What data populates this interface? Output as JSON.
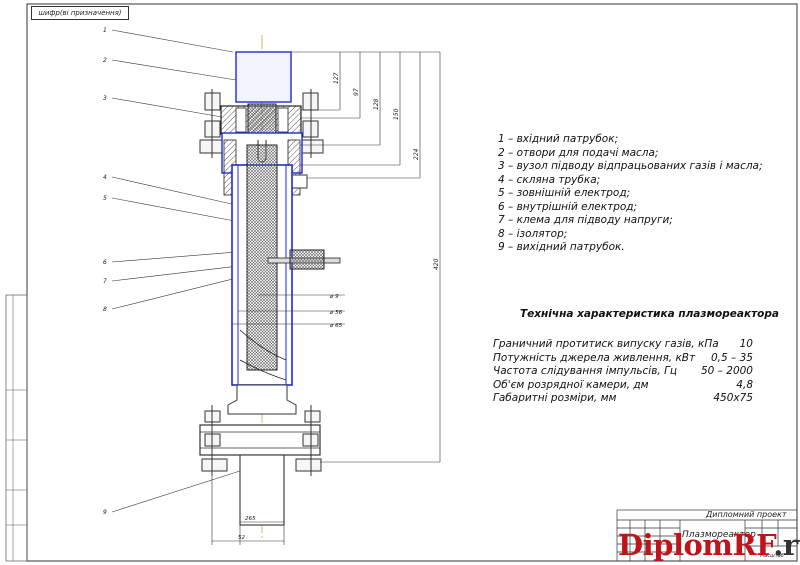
{
  "drawing": {
    "corner_tag": "шифр(ві призначення)",
    "legend": [
      "1 – вхідний патрубок;",
      "2 – отвори для подачі масла;",
      "3 – вузол підводу відпрацьованих газів і масла;",
      "4 – скляна трубка;",
      "5 – зовнішній електрод;",
      "6 – внутрішній електрод;",
      "7 – клема для підводу напруги;",
      "8 – ізолятор;",
      "9 – вихідний патрубок."
    ],
    "spec_title": "Технічна характеристика плазмореактора",
    "specs": [
      {
        "label": "Граничний протитиск випуску газів, кПа",
        "value": "10"
      },
      {
        "label": "Потужність джерела живлення, кВт",
        "value": "0,5 – 35"
      },
      {
        "label": "Частота слідування імпульсів, Гц",
        "value": "50 – 2000"
      },
      {
        "label": "Об'єм розрядної камери, дм",
        "value": "4,8"
      },
      {
        "label": "Габаритні розміри, мм",
        "value": "450x75"
      }
    ],
    "part_numbers": [
      "1",
      "2",
      "3",
      "4",
      "5",
      "6",
      "7",
      "8",
      "9"
    ],
    "dimensions": {
      "vertical": [
        "127",
        "97",
        "128",
        "150",
        "224",
        "420"
      ],
      "diameters": [
        "ø 9",
        "ø 56",
        "ø 65"
      ],
      "bottom": [
        "265",
        "52"
      ]
    },
    "title_block": {
      "project": "Дипломний проект",
      "name": "Плазмореактор",
      "sheet_label": "Масштаб"
    },
    "watermark": {
      "part1": "Diplom",
      "part2": "RF",
      "part3": ".ru"
    },
    "colors": {
      "accent": "#1f2bd6",
      "hatch": "#3a3a3a",
      "axis": "#caa24a",
      "watermark": "#c0141b"
    }
  }
}
